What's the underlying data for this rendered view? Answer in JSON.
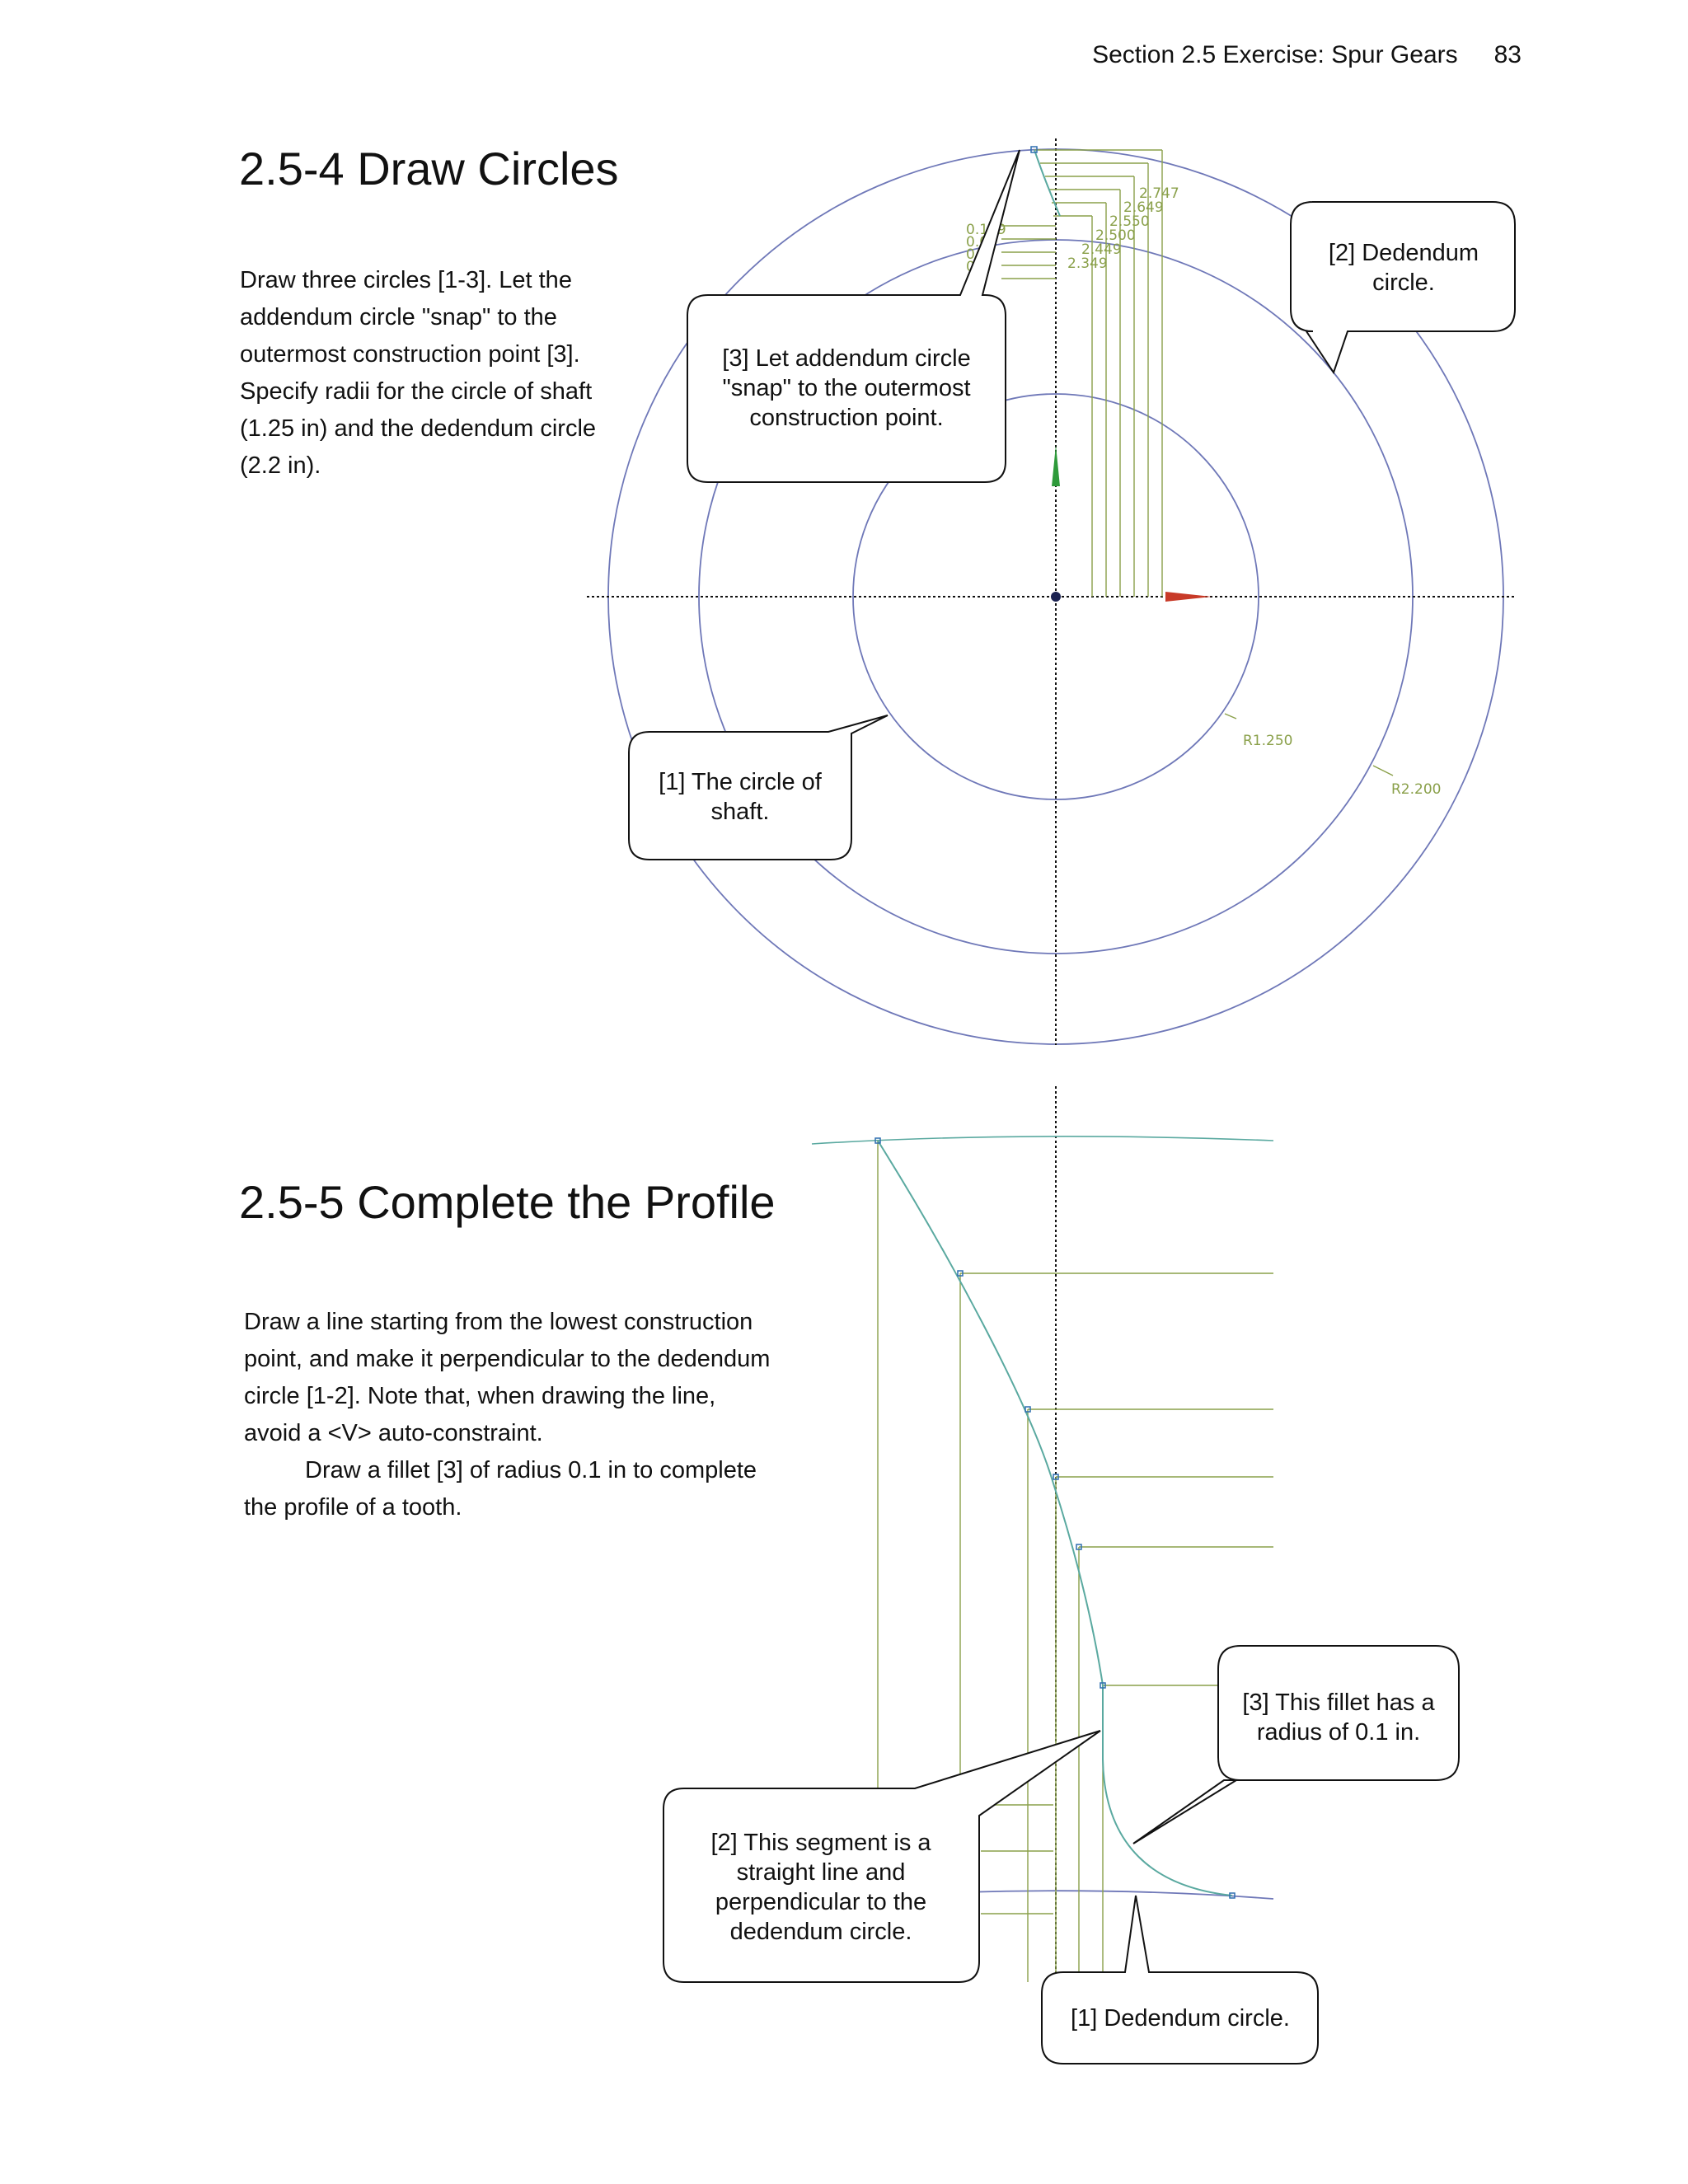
{
  "header": {
    "section": "Section 2.5  Exercise:  Spur Gears",
    "page_number": "83"
  },
  "section_1": {
    "title": "2.5-4  Draw Circles",
    "paragraphs": [
      "Draw three circles [1-3].  Let the addendum circle \"snap\" to the outermost construction point [3].  Specify radii for the circle of shaft (1.25 in) and the dedendum circle (2.2 in)."
    ],
    "callouts": {
      "c3": [
        "[3] Let addendum circle",
        "\"snap\" to the outermost",
        "construction point."
      ],
      "c2": [
        "[2] Dedendum",
        "circle."
      ],
      "c1": [
        "[1] The circle of",
        "shaft."
      ]
    },
    "dimensions": {
      "left": [
        "0.129",
        "0.06",
        "0.0",
        "0.0",
        "0."
      ],
      "right": [
        "2.747",
        "2.649",
        "2.550",
        "2.500",
        "2.449",
        "2.349"
      ],
      "radius_shaft": "R1.250",
      "radius_dedendum": "R2.200"
    },
    "colors": {
      "circle": "#6f78b8",
      "dimension": "#8aa04a",
      "x_axis_arrow": "#c83a28",
      "y_axis_arrow": "#2e9a3a"
    }
  },
  "section_2": {
    "title": "2.5-5  Complete the Profile",
    "paragraphs": [
      "Draw a line starting from the lowest construction point, and make it perpendicular to the dedendum circle [1-2].  Note that, when drawing the line, avoid a <V> auto-constraint.",
      "Draw a fillet [3] of radius 0.1 in to complete the profile of a tooth."
    ],
    "callouts": {
      "c3": [
        "[3] This fillet has a",
        "radius of 0.1 in."
      ],
      "c2": [
        "[2] This segment is a",
        "straight line and",
        "perpendicular to the",
        "dedendum circle."
      ],
      "c1": [
        "[1] Dedendum circle."
      ]
    },
    "colors": {
      "profile": "#5aa9a0",
      "construction": "#8aa04a"
    }
  }
}
